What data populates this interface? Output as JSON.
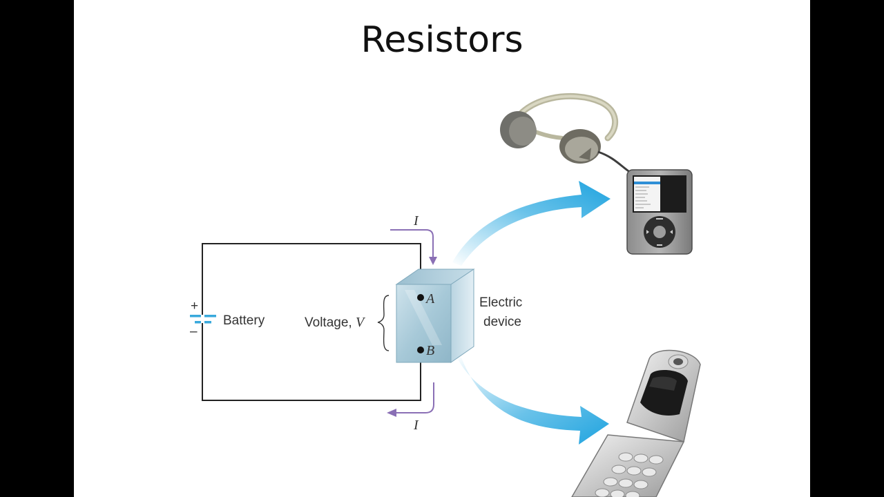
{
  "slide": {
    "title": "Resistors"
  },
  "diagram": {
    "battery_label": "Battery",
    "plus_sign": "+",
    "minus_sign": "–",
    "voltage_label": "Voltage, ",
    "voltage_symbol": "V",
    "current_symbol_top": "I",
    "current_symbol_bottom": "I",
    "terminal_a": "A",
    "terminal_b": "B",
    "device_label_line1": "Electric",
    "device_label_line2": "device",
    "icons": [
      "headphones-icon",
      "music-player-icon",
      "flip-phone-icon"
    ]
  },
  "colors": {
    "slide_background": "#ffffff",
    "frame": "#000000",
    "wire": "#222222",
    "current_arrow": "#8a6fb5",
    "flow_arrow": "#29a8e0",
    "battery_plate": "#39a9dc",
    "device_block": "#a9cbd9"
  }
}
